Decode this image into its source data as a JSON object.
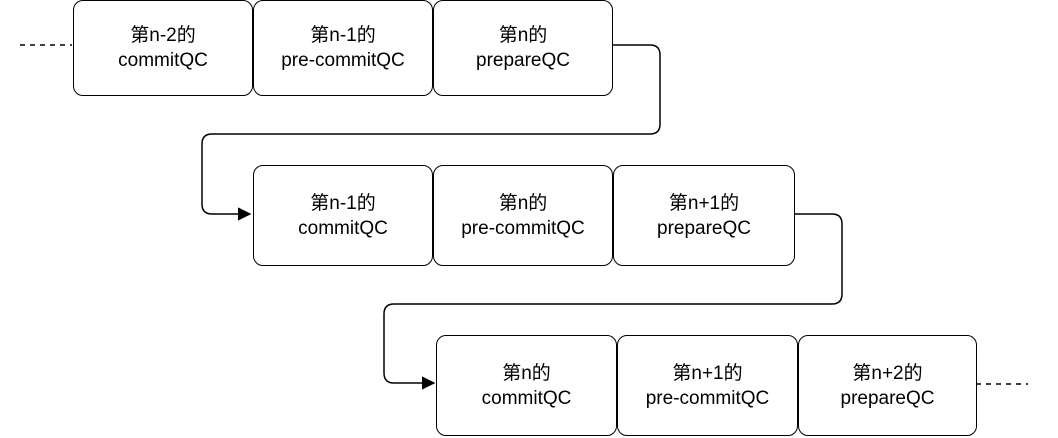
{
  "rows": [
    {
      "blocks": [
        {
          "line1": "第n-2的",
          "line2": "commitQC"
        },
        {
          "line1": "第n-1的",
          "line2": "pre-commitQC"
        },
        {
          "line1": "第n的",
          "line2": "prepareQC"
        }
      ]
    },
    {
      "blocks": [
        {
          "line1": "第n-1的",
          "line2": "commitQC"
        },
        {
          "line1": "第n的",
          "line2": "pre-commitQC"
        },
        {
          "line1": "第n+1的",
          "line2": "prepareQC"
        }
      ]
    },
    {
      "blocks": [
        {
          "line1": "第n的",
          "line2": "commitQC"
        },
        {
          "line1": "第n+1的",
          "line2": "pre-commitQC"
        },
        {
          "line1": "第n+2的",
          "line2": "prepareQC"
        }
      ]
    }
  ],
  "colors": {
    "stroke": "#000000",
    "fill": "#ffffff"
  }
}
